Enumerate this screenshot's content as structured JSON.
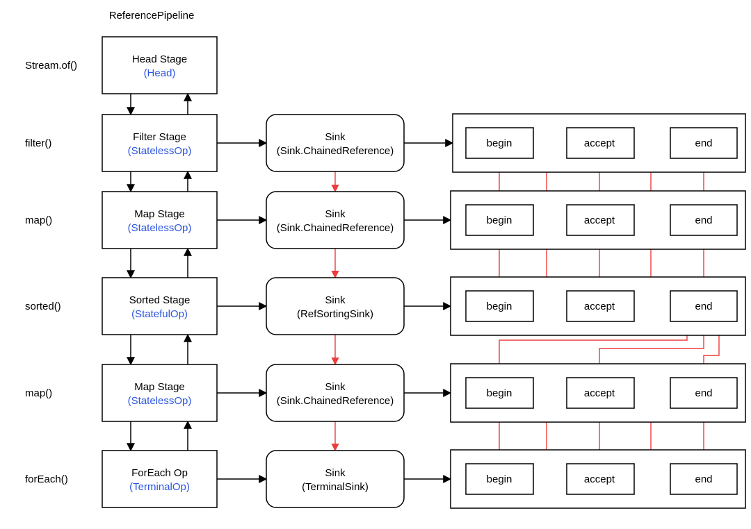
{
  "title": "ReferencePipeline",
  "colors": {
    "op_type": "#2B55E0",
    "signal": "#EE3B3B",
    "line": "#000000"
  },
  "rows": [
    {
      "call": "Stream.of()",
      "stage": "Head Stage",
      "type": "(Head)"
    },
    {
      "call": "filter()",
      "stage": "Filter Stage",
      "type": "(StatelessOp)",
      "sink": "Sink",
      "sink_type": "(Sink.ChainedReference)"
    },
    {
      "call": "map()",
      "stage": "Map Stage",
      "type": "(StatelessOp)",
      "sink": "Sink",
      "sink_type": "(Sink.ChainedReference)"
    },
    {
      "call": "sorted()",
      "stage": "Sorted Stage",
      "type": "(StatefulOp)",
      "sink": "Sink",
      "sink_type": "(RefSortingSink)"
    },
    {
      "call": "map()",
      "stage": "Map Stage",
      "type": "(StatelessOp)",
      "sink": "Sink",
      "sink_type": "(Sink.ChainedReference)"
    },
    {
      "call": "forEach()",
      "stage": "ForEach Op",
      "type": "(TerminalOp)",
      "sink": "Sink",
      "sink_type": "(TerminalSink)"
    }
  ],
  "methods": [
    "begin",
    "accept",
    "end"
  ]
}
